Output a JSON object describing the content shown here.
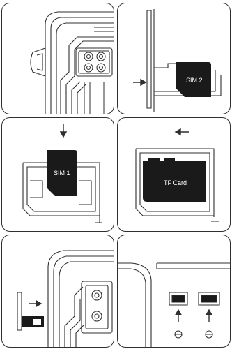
{
  "panels": [
    {
      "id": "p1"
    },
    {
      "id": "p2",
      "card_label": "SIM 2"
    },
    {
      "id": "p3",
      "card_label": "SIM 1"
    },
    {
      "id": "p4",
      "card_label": "TF Card"
    },
    {
      "id": "p5"
    },
    {
      "id": "p6"
    }
  ],
  "colors": {
    "line": "#2f2f2f",
    "card": "#1a1a1a",
    "background": "#ffffff"
  },
  "icons": [
    "arrow-right-icon",
    "arrow-down-icon",
    "arrow-left-icon",
    "arrow-up-icon",
    "sim-tool-icon"
  ]
}
